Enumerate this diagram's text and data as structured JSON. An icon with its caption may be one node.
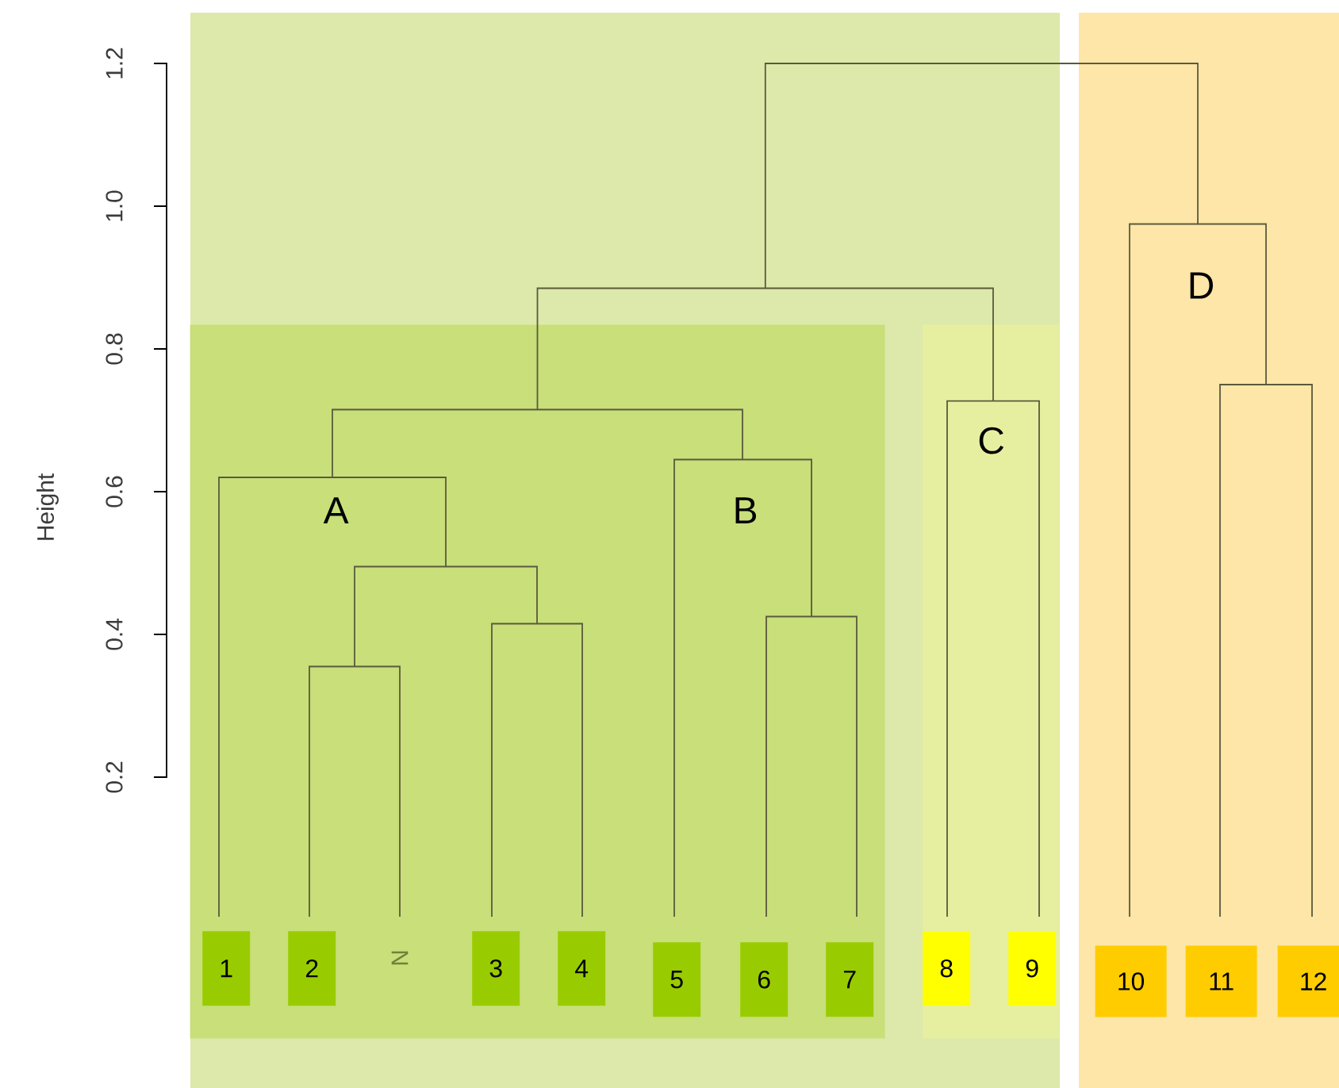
{
  "diagram": {
    "nodes": [
      {
        "text": [],
        "shape": "box"
      },
      {
        "text": [
          "A",
          "B"
        ],
        "in": 0
      },
      {
        "text": [
          "1"
        ],
        "in": 1
      },
      {
        "text": [
          "2"
        ],
        "in": 1
      },
      {
        "text": [
          "3"
        ],
        "in": 1
      },
      {
        "text": [
          "4"
        ],
        "in": 1
      },
      {
        "text": [
          "5"
        ],
        "in": 1
      },
      {
        "text": [
          "6"
        ],
        "in": 1
      },
      {
        "text": [
          "7"
        ],
        "in": 1
      },
      {
        "text": [
          "C"
        ],
        "in": 0
      },
      {
        "text": [
          "8"
        ],
        "in": 9
      },
      {
        "text": [
          "9"
        ],
        "in": 9
      },
      {
        "text": [
          "D"
        ]
      },
      {
        "text": [
          "10"
        ],
        "in": 12
      },
      {
        "text": [
          "11"
        ],
        "in": 12
      },
      {
        "text": [
          "12"
        ],
        "in": 12
      }
    ],
    "labels": [
      "1.2",
      "1.0",
      "0.8",
      "0.6",
      "0.4",
      "0.2",
      "Height",
      "N"
    ]
  }
}
